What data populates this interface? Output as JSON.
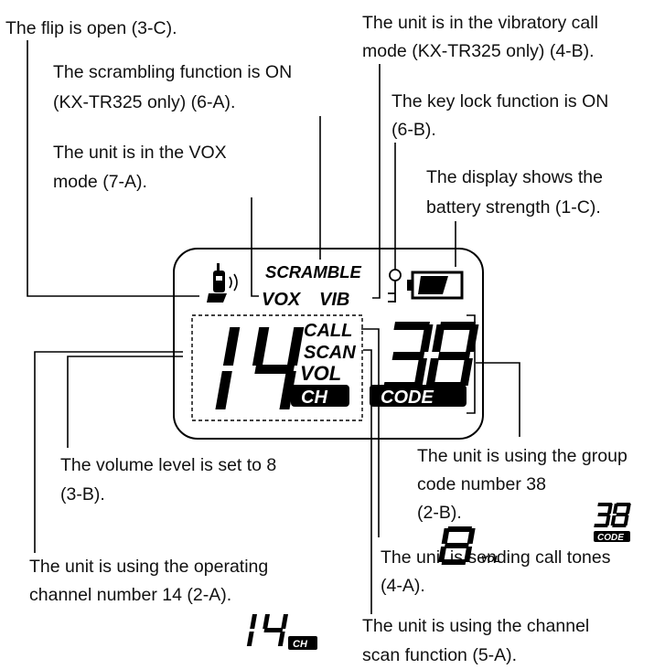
{
  "captions": {
    "flip_open": "The flip is open (3-C).",
    "vib_1": "The unit is in the vibratory call",
    "vib_2": "mode (KX-TR325 only) (4-B).",
    "scramble_1": "The scrambling function is ON",
    "scramble_2": "(KX-TR325 only) (6-A).",
    "keylock_1": "The key lock function is ON",
    "keylock_2": "(6-B).",
    "vox_1": "The unit is in the VOX",
    "vox_2": "mode (7-A).",
    "battery_1": "The display shows the",
    "battery_2": "battery strength (1-C).",
    "volume_1": "The volume level is set to 8",
    "volume_2": "(3-B).",
    "group_1": "The unit is using the group",
    "group_2": "code number 38",
    "group_3": "(2-B).",
    "channel_1": "The unit is using the operating",
    "channel_2": "channel number 14 (2-A).",
    "call_1": "The unit is sending call tones",
    "call_2": "(4-A).",
    "scan_1": "The unit is using the channel",
    "scan_2": "scan function (5-A)."
  },
  "display": {
    "scramble": "SCRAMBLE",
    "vox": "VOX",
    "vib": "VIB",
    "call": "CALL",
    "scan": "SCAN",
    "vol": "VOL",
    "ch": "CH",
    "code": "CODE",
    "channel_number": "14",
    "group_code": "38",
    "volume_level": "8"
  },
  "examples": {
    "vol_badge": "VOL",
    "code_badge": "CODE",
    "ch_badge": "CH"
  }
}
